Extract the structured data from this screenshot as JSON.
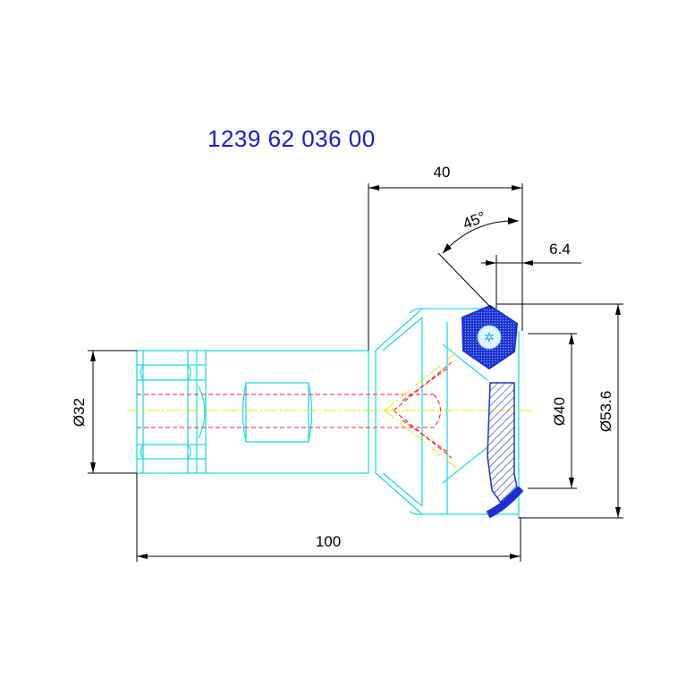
{
  "part_number": "1239 62 036 00",
  "dimensions": {
    "top_width": "40",
    "angle": "45°",
    "offset": "6.4",
    "left_dia": "Ø32",
    "inner_dia": "Ø40",
    "outer_dia": "Ø53.6",
    "overall_length": "100"
  },
  "colors": {
    "outline": "#22d8f0",
    "hidden": "#ff2020",
    "centerline": "#e8e800",
    "seal": "#1a30d0",
    "dimension": "#000000",
    "title": "#1a1ad0"
  }
}
